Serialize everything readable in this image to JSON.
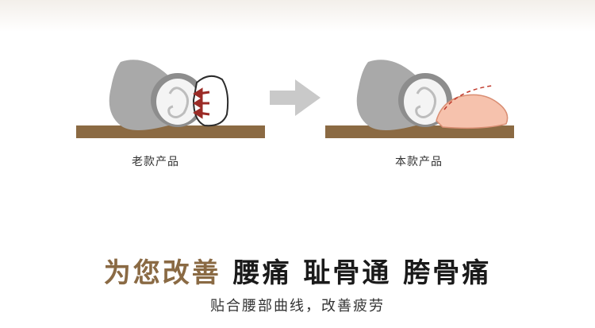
{
  "captions": {
    "old_product": "老款产品",
    "new_product": "本款产品"
  },
  "headline": {
    "accent": "为您改善",
    "rest": " 腰痛 耻骨通 胯骨痛"
  },
  "subline": "贴合腰部曲线，改善疲劳",
  "colors": {
    "accent": "#8a6a44",
    "shelf": "#8b6a43",
    "drum": "#a9a9a9",
    "arrow": "#c9c9c9",
    "pillow_pink": "#f6c2ad",
    "pressure_arrows": "#9b2b26"
  }
}
